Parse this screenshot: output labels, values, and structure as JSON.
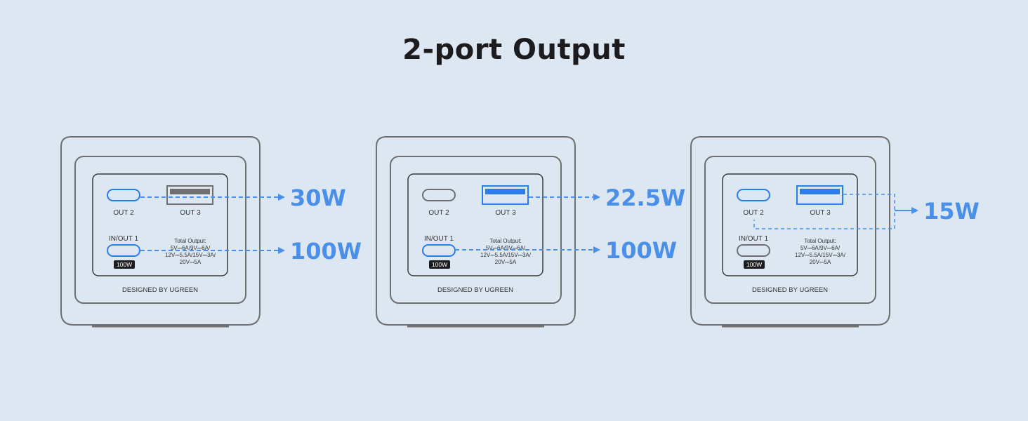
{
  "title": "2-port Output",
  "colors": {
    "background": "#dce7f2",
    "body_stroke": "#6f6f6f",
    "active_blue": "#2b7de9",
    "arrow_blue": "#4a8fe8",
    "inactive_gray": "#6f6f6f"
  },
  "icons": [
    "usb-c-port-icon",
    "usb-a-port-icon",
    "dashed-arrow-icon"
  ],
  "devices": [
    {
      "ports": {
        "out2": "OUT 2",
        "out3": "OUT 3",
        "inout1": "IN/OUT 1",
        "badge": "100W"
      },
      "spec": {
        "heading": "Total Output:",
        "line1": "5V⎓6A/9V⎓6A/",
        "line2": "12V⎓5.5A/15V⎓3A/",
        "line3": "20V⎓5A"
      },
      "brand": "DESIGNED BY UGREEN",
      "active_ports": [
        "OUT 2",
        "IN/OUT 1"
      ],
      "outputs": [
        "30W",
        "100W"
      ]
    },
    {
      "ports": {
        "out2": "OUT 2",
        "out3": "OUT 3",
        "inout1": "IN/OUT 1",
        "badge": "100W"
      },
      "spec": {
        "heading": "Total Output:",
        "line1": "5V⎓6A/9V⎓6A/",
        "line2": "12V⎓5.5A/15V⎓3A/",
        "line3": "20V⎓5A"
      },
      "brand": "DESIGNED BY UGREEN",
      "active_ports": [
        "OUT 3",
        "IN/OUT 1"
      ],
      "outputs": [
        "22.5W",
        "100W"
      ]
    },
    {
      "ports": {
        "out2": "OUT 2",
        "out3": "OUT 3",
        "inout1": "IN/OUT 1",
        "badge": "100W"
      },
      "spec": {
        "heading": "Total Output:",
        "line1": "5V⎓6A/9V⎓6A/",
        "line2": "12V⎓5.5A/15V⎓3A/",
        "line3": "20V⎓5A"
      },
      "brand": "DESIGNED BY UGREEN",
      "active_ports": [
        "OUT 2",
        "OUT 3"
      ],
      "outputs": [
        "15W"
      ]
    }
  ]
}
